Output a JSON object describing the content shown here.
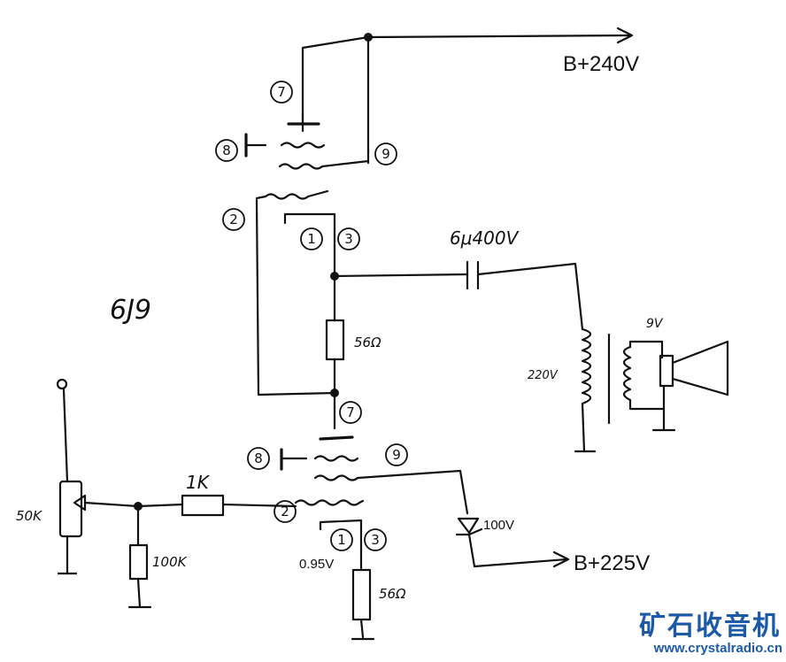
{
  "labels": {
    "b_plus_top": "B+240V",
    "b_plus_bottom": "B+225V",
    "tube_type": "6J9",
    "capacitor": "6μ400V",
    "primary_voltage": "220V",
    "secondary_voltage": "9V",
    "resistor_top": "56Ω",
    "resistor_bottom": "56Ω",
    "resistor_1k": "1K",
    "resistor_100k": "100K",
    "pot_50k": "50K",
    "zener": "100V",
    "cathode_voltage": "0.95V"
  },
  "pins": {
    "top_tube": [
      "7",
      "8",
      "9",
      "2",
      "1",
      "3"
    ],
    "bottom_tube": [
      "7",
      "8",
      "9",
      "2",
      "1",
      "3"
    ]
  },
  "watermark": {
    "brand": "矿石收音机",
    "url": "www.crystalradio.cn"
  },
  "colors": {
    "ink": "#111111",
    "brand": "#1c5aa8"
  }
}
